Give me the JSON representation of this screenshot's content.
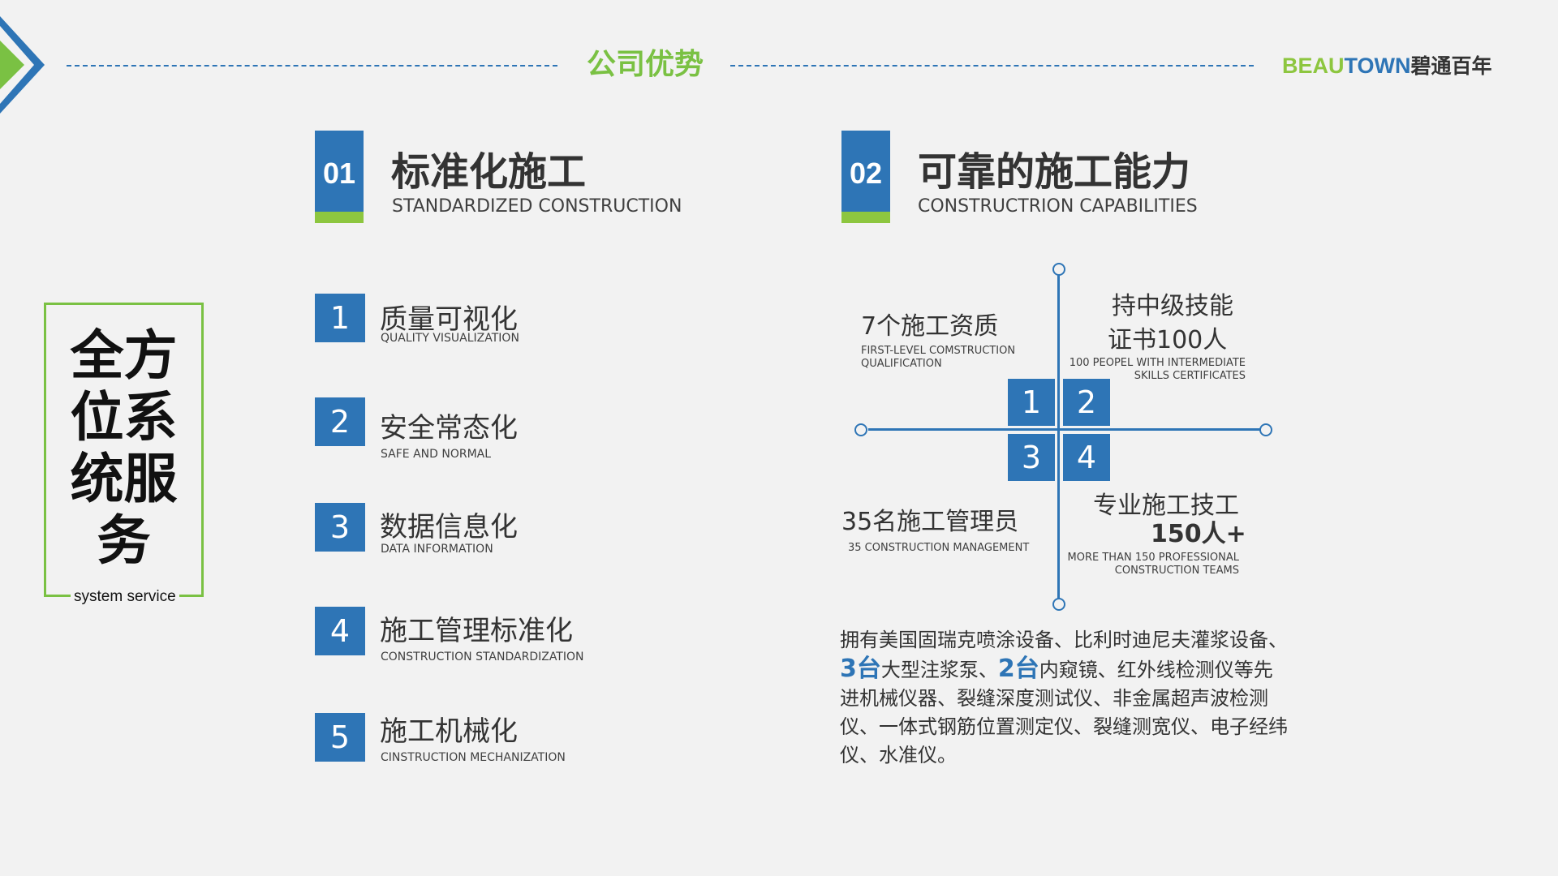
{
  "header": {
    "title": "公司优势",
    "brand_part1": "BEAU",
    "brand_part2": "TOWN",
    "brand_cn": "碧通百年"
  },
  "left_box": {
    "title_lines": [
      "全方",
      "位系",
      "统服",
      "务"
    ],
    "subtitle": "system service"
  },
  "section1": {
    "number": "01",
    "title": "标准化施工",
    "subtitle": "STANDARDIZED CONSTRUCTION",
    "items": [
      {
        "num": "1",
        "title": "质量可视化",
        "sub": "QUALITY VISUALIZATION"
      },
      {
        "num": "2",
        "title": "安全常态化",
        "sub": "SAFE AND NORMAL"
      },
      {
        "num": "3",
        "title": "数据信息化",
        "sub": "DATA INFORMATION"
      },
      {
        "num": "4",
        "title": "施工管理标准化",
        "sub": "CONSTRUCTION STANDARDIZATION"
      },
      {
        "num": "5",
        "title": "施工机械化",
        "sub": "CINSTRUCTION MECHANIZATION"
      }
    ]
  },
  "section2": {
    "number": "02",
    "title": "可靠的施工能力",
    "subtitle": "CONSTRUCTRION CAPABILITIES",
    "quadrants": {
      "q1": {
        "num": "1",
        "title": "7个施工资质",
        "sub_line1": "FIRST-LEVEL COMSTRUCTION",
        "sub_line2": "QUALIFICATION"
      },
      "q2": {
        "num": "2",
        "title_line1": "持中级技能",
        "title_line2": "证书100人",
        "sub_line1": "100 PEOPEL WITH INTERMEDIATE",
        "sub_line2": "SKILLS CERTIFICATES"
      },
      "q3": {
        "num": "3",
        "title": "35名施工管理员",
        "sub": "35  CONSTRUCTION MANAGEMENT"
      },
      "q4": {
        "num": "4",
        "title_line1": "专业施工技工",
        "title_line2": "150人+",
        "sub_line1": "MORE THAN 150 PROFESSIONAL",
        "sub_line2": "CONSTRUCTION TEAMS"
      }
    },
    "paragraph": {
      "line1": "拥有美国固瑞克喷涂设备、比利时迪尼夫灌浆设备、",
      "hl1": "3台",
      "mid1": "大型注浆泵、",
      "hl2": "2台",
      "rest": "内窥镜、红外线检测仪等先进机械仪器、裂缝深度测试仪、非金属超声波检测仪、一体式钢筋位置测定仪、裂缝测宽仪、电子经纬仪、水准仪。"
    }
  },
  "colors": {
    "blue": "#2e75b6",
    "green": "#7ac143",
    "background": "#f2f2f2"
  }
}
